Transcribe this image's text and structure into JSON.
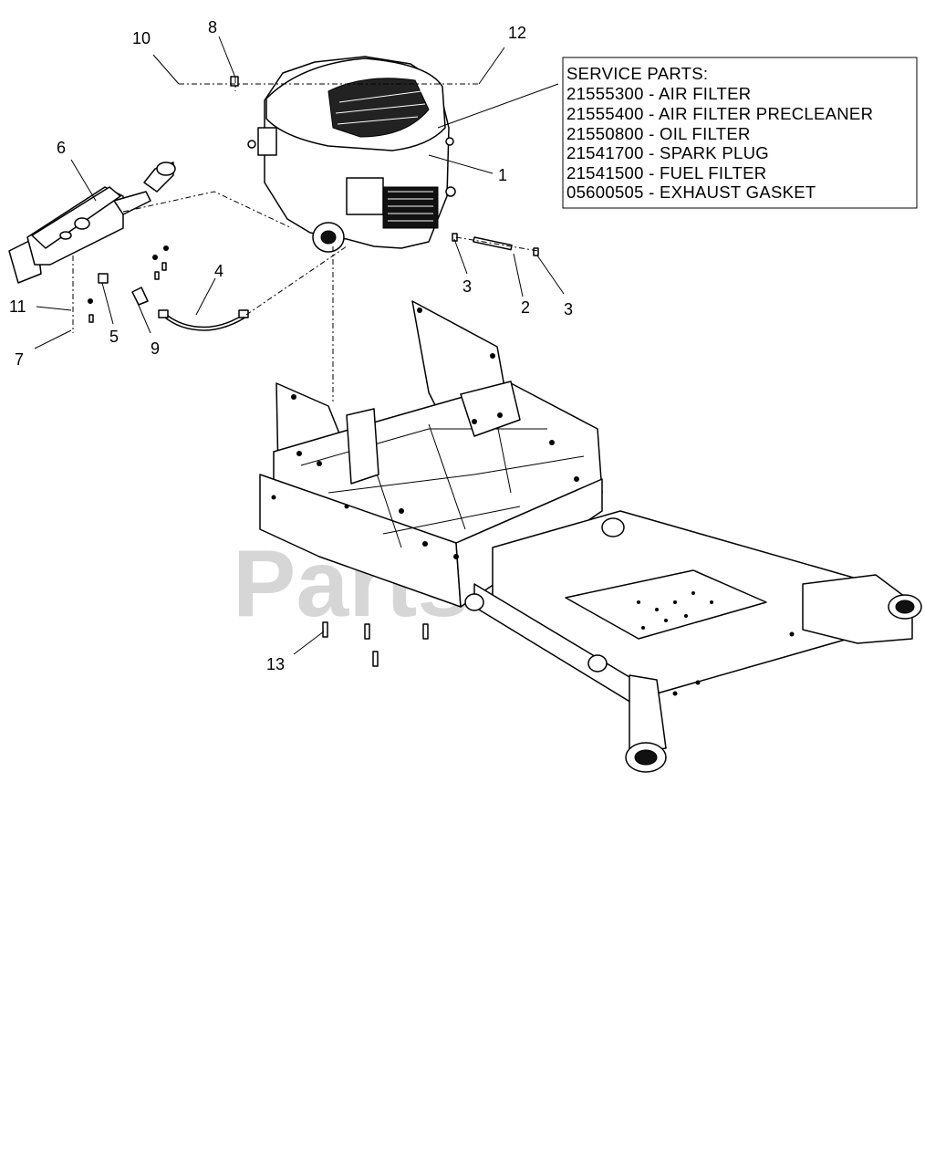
{
  "watermark": "PartsTree",
  "service_parts": {
    "heading": "SERVICE PARTS:",
    "items": [
      "21555300 - AIR FILTER",
      "21555400 - AIR FILTER PRECLEANER",
      "21550800 - OIL FILTER",
      "21541700 - SPARK PLUG",
      "21541500 - FUEL FILTER",
      "05600505 - EXHAUST GASKET"
    ]
  },
  "callouts": [
    {
      "id": "c10",
      "label": "10"
    },
    {
      "id": "c8",
      "label": "8"
    },
    {
      "id": "c12",
      "label": "12"
    },
    {
      "id": "c6",
      "label": "6"
    },
    {
      "id": "c1",
      "label": "1"
    },
    {
      "id": "c4",
      "label": "4"
    },
    {
      "id": "c3a",
      "label": "3"
    },
    {
      "id": "c2",
      "label": "2"
    },
    {
      "id": "c3b",
      "label": "3"
    },
    {
      "id": "c11",
      "label": "11"
    },
    {
      "id": "c5",
      "label": "5"
    },
    {
      "id": "c9",
      "label": "9"
    },
    {
      "id": "c7",
      "label": "7"
    },
    {
      "id": "c13",
      "label": "13"
    }
  ]
}
